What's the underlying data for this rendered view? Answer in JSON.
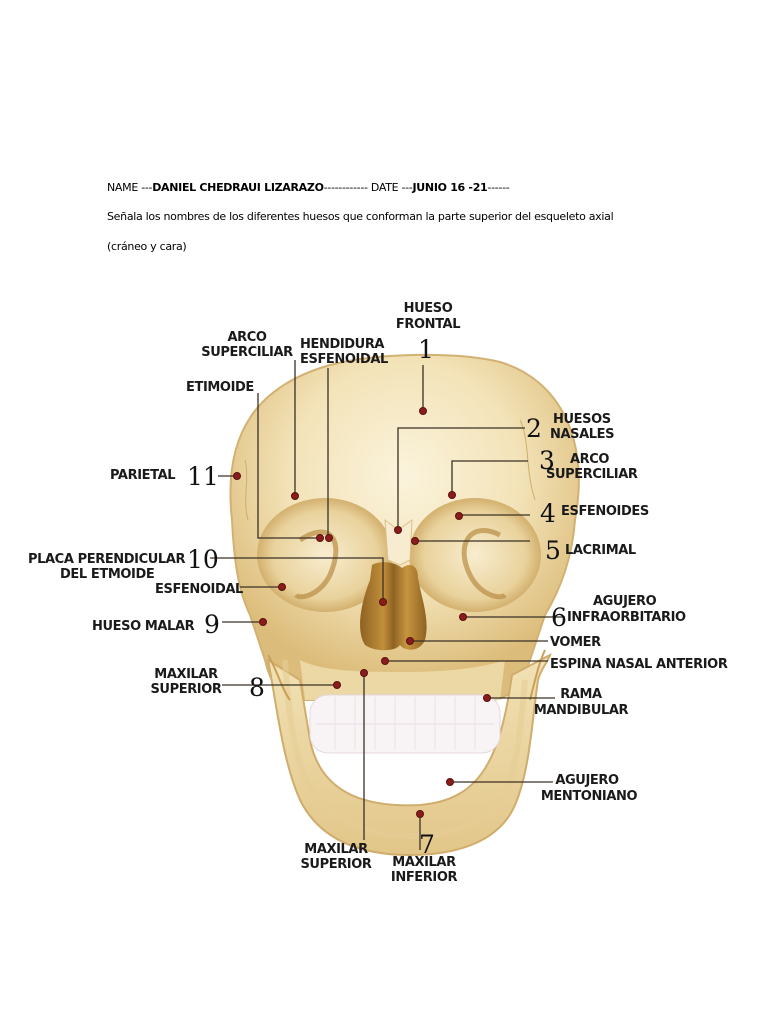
{
  "header": {
    "name_prefix": "NAME ---",
    "name_value": "DANIEL CHEDRAUI LIZARAZO",
    "name_dashes": "------------ DATE ---",
    "date_value": "JUNIO 16 -21",
    "date_dashes": "------",
    "instruction_line1": "Señala los nombres de los diferentes huesos que conforman la parte superior del esqueleto axial",
    "instruction_line2": "(cráneo y cara)"
  },
  "colors": {
    "bone_light": "#f4e6bf",
    "bone_mid": "#e8cf95",
    "bone_dark": "#c9a15a",
    "cavity": "#a9782e",
    "teeth": "#f7f2f4",
    "marker": "#8a1c1c",
    "leader": "#3a3025"
  },
  "labels": {
    "hueso_frontal": [
      "HUESO",
      "FRONTAL"
    ],
    "arco_superciliar_left": [
      "ARCO",
      "SUPERCILIAR"
    ],
    "hendidura_esfenoidal": [
      "HENDIDURA",
      "ESFENOIDAL"
    ],
    "etimoide": [
      "ETIMOIDE"
    ],
    "huesos_nasales": [
      "HUESOS",
      "NASALES"
    ],
    "arco_superciliar_right": [
      "ARCO",
      "SUPERCILIAR"
    ],
    "esfenoides": [
      "ESFENOIDES"
    ],
    "lacrimal": [
      "LACRIMAL"
    ],
    "parietal": [
      "PARIETAL"
    ],
    "placa_perpendicular": [
      "PLACA PERENDICULAR",
      "DEL ETMOIDE"
    ],
    "esfenoidal": [
      "ESFENOIDAL"
    ],
    "hueso_malar": [
      "HUESO MALAR"
    ],
    "agujero_infraorbitario": [
      "AGUJERO",
      "INFRAORBITARIO"
    ],
    "vomer": [
      "VOMER"
    ],
    "espina_nasal_anterior": [
      "ESPINA NASAL ANTERIOR"
    ],
    "maxilar_superior_left": [
      "MAXILAR",
      "SUPERIOR"
    ],
    "rama_mandibular": [
      "RAMA",
      "MANDIBULAR"
    ],
    "agujero_mentoniano": [
      "AGUJERO",
      "MENTONIANO"
    ],
    "maxilar_superior_bottom": [
      "MAXILAR",
      "SUPERIOR"
    ],
    "maxilar_inferior": [
      "MAXILAR",
      "INFERIOR"
    ]
  },
  "numbers": {
    "n1": "1",
    "n2": "2",
    "n3": "3",
    "n4": "4",
    "n5": "5",
    "n6": "6",
    "n7": "7",
    "n8": "8",
    "n9": "9",
    "n10": "10",
    "n11": "11"
  }
}
